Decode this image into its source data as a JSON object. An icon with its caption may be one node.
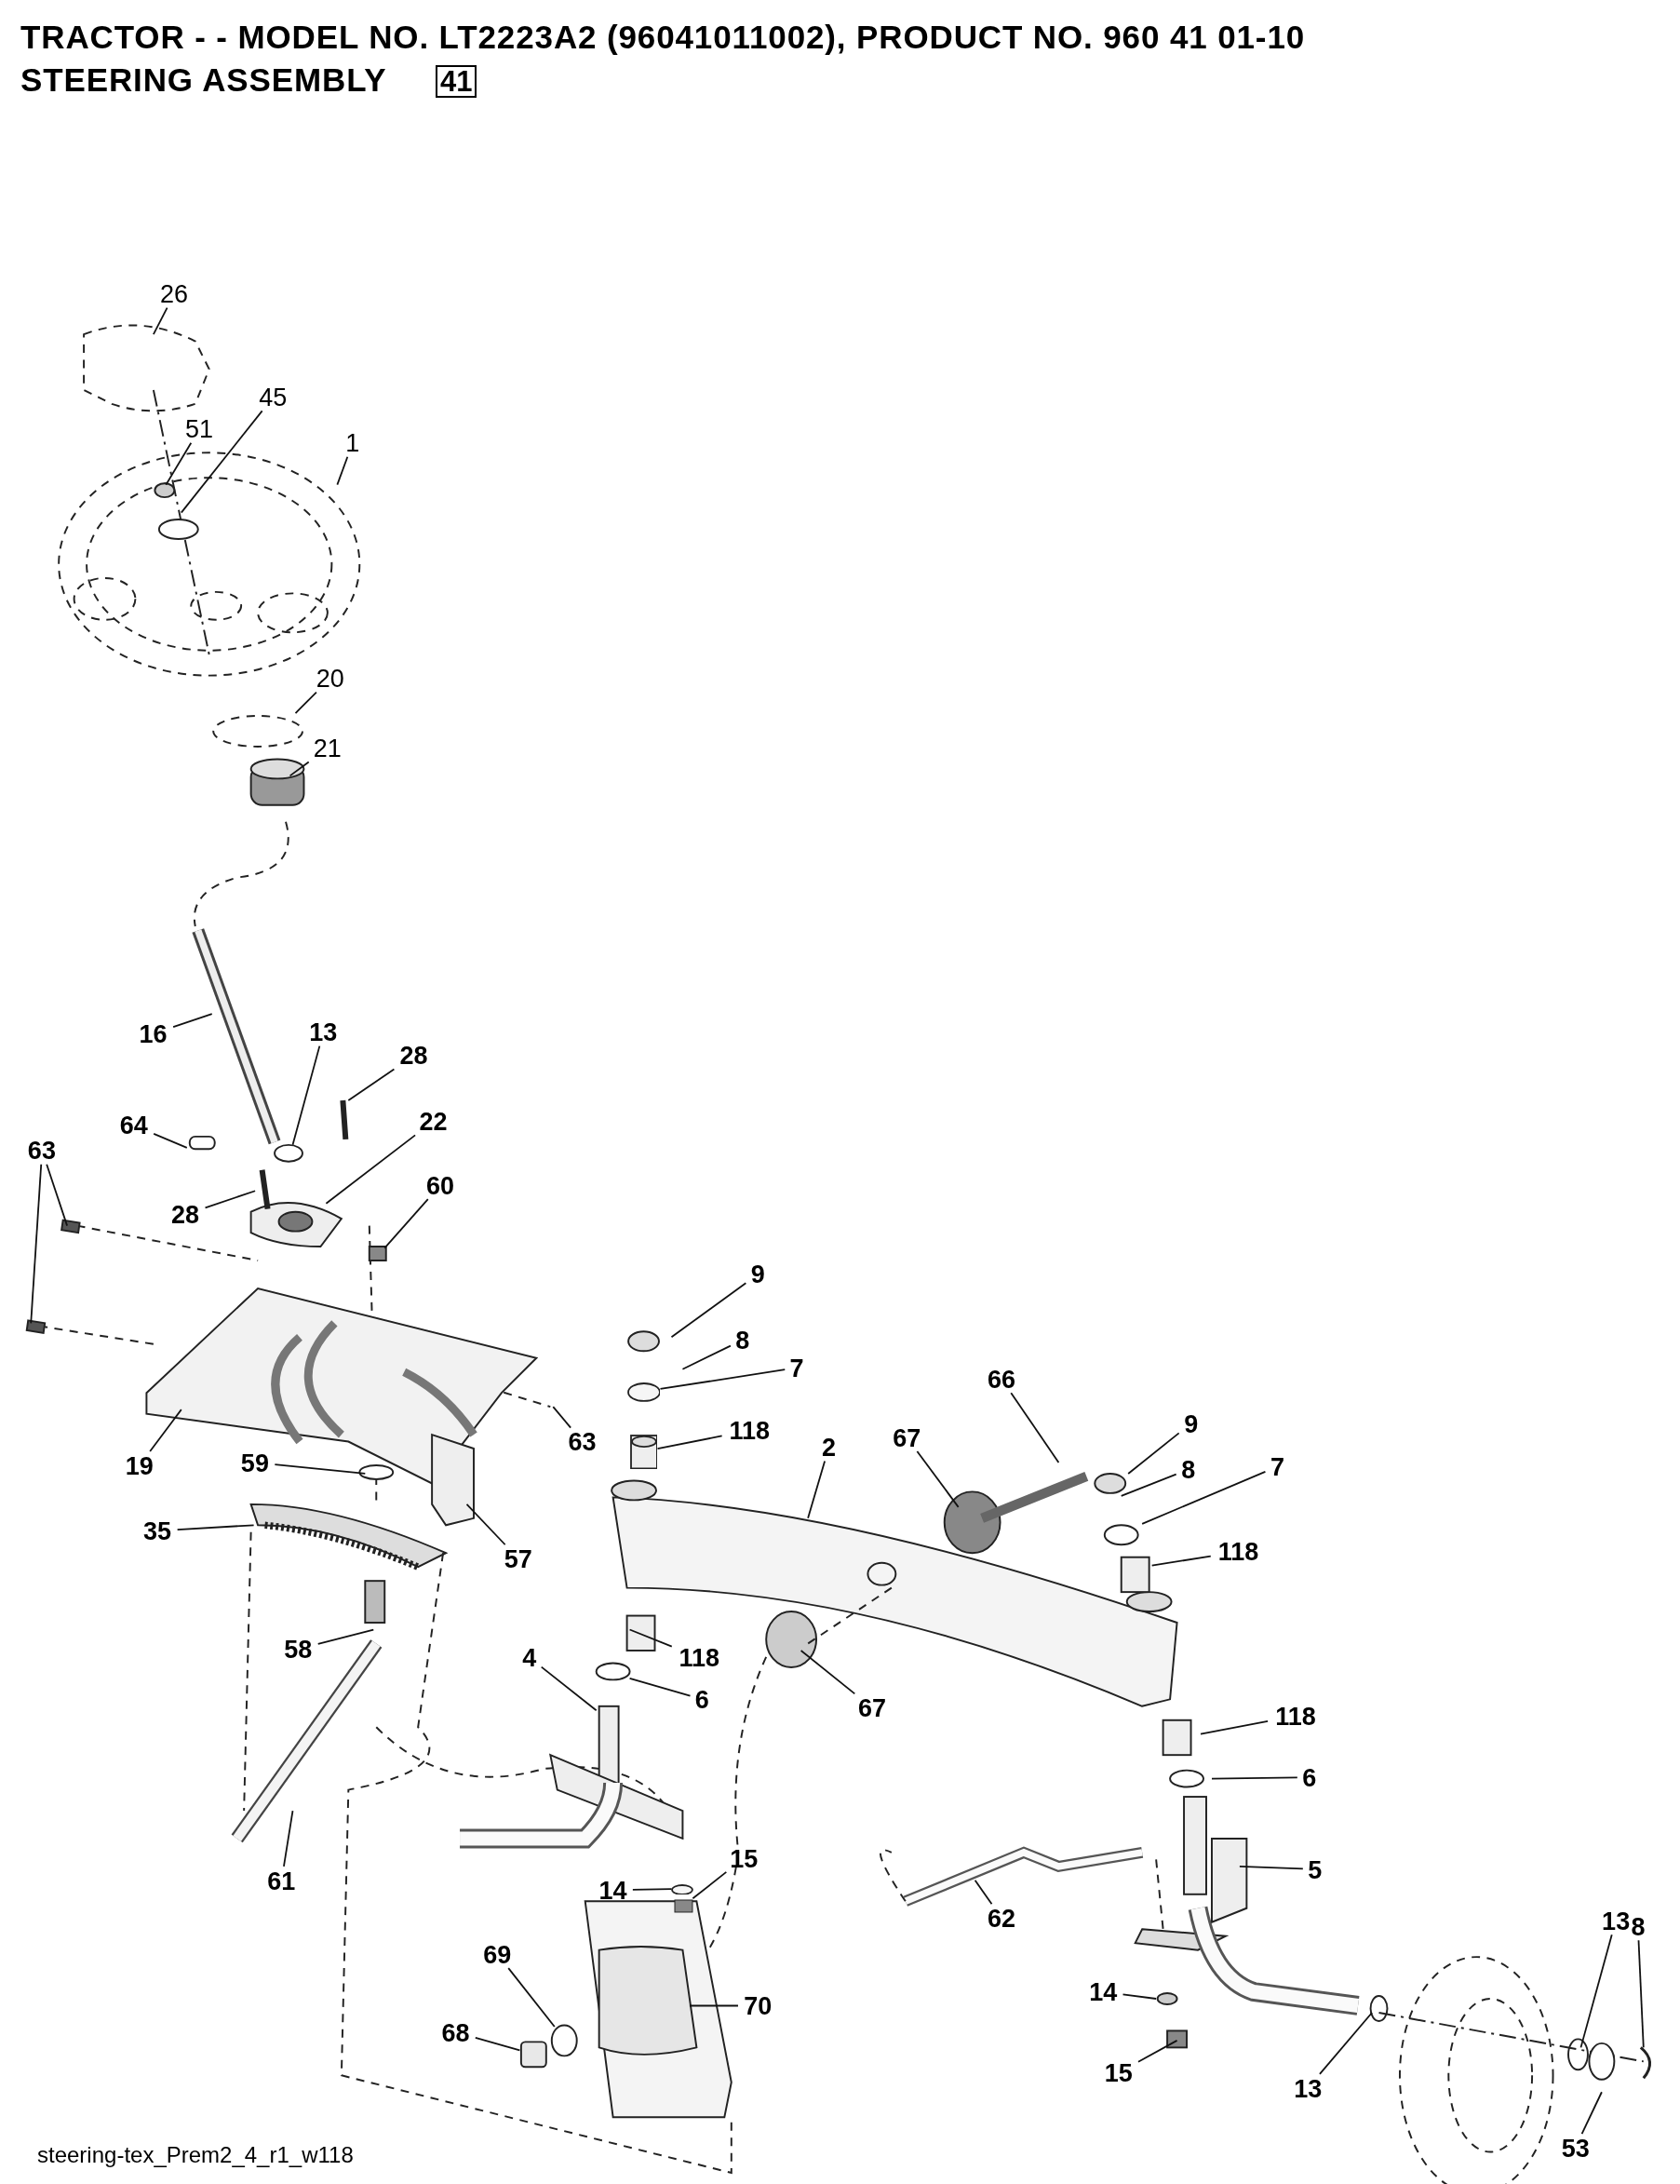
{
  "diagram": {
    "title": "TRACTOR - - MODEL NO. LT2223A2 (96041011002), PRODUCT NO. 960 41 01-10",
    "nodes": [
      {
        "text": [
          "26"
        ]
      },
      {
        "text": [
          "45"
        ]
      },
      {
        "text": [
          "51"
        ]
      },
      {
        "text": [
          "1"
        ]
      },
      {
        "text": [
          "20"
        ]
      },
      {
        "text": [
          "21"
        ]
      },
      {
        "text": [
          "16"
        ]
      },
      {
        "text": [
          "13"
        ]
      },
      {
        "text": [
          "28"
        ]
      },
      {
        "text": [
          "64"
        ]
      },
      {
        "text": [
          "22"
        ]
      },
      {
        "text": [
          "28"
        ]
      },
      {
        "text": [
          "60"
        ]
      },
      {
        "text": [
          "63"
        ]
      },
      {
        "text": [
          "19"
        ]
      },
      {
        "text": [
          "63"
        ]
      },
      {
        "text": [
          "59"
        ]
      },
      {
        "text": [
          "35"
        ]
      },
      {
        "text": [
          "57"
        ]
      },
      {
        "text": [
          "58"
        ]
      },
      {
        "text": [
          "9"
        ]
      },
      {
        "text": [
          "8"
        ]
      },
      {
        "text": [
          "7"
        ]
      },
      {
        "text": [
          "118"
        ]
      },
      {
        "text": [
          "2"
        ]
      },
      {
        "text": [
          "67"
        ]
      },
      {
        "text": [
          "66"
        ]
      },
      {
        "text": [
          "9"
        ]
      },
      {
        "text": [
          "8"
        ]
      },
      {
        "text": [
          "7"
        ]
      },
      {
        "text": [
          "118"
        ]
      },
      {
        "text": [
          "118"
        ]
      },
      {
        "text": [
          "6"
        ]
      },
      {
        "text": [
          "67"
        ]
      },
      {
        "text": [
          "4"
        ]
      },
      {
        "text": [
          "118"
        ]
      },
      {
        "text": [
          "6"
        ]
      },
      {
        "text": [
          "5"
        ]
      },
      {
        "text": [
          "61"
        ]
      },
      {
        "text": [
          "14"
        ]
      },
      {
        "text": [
          "15"
        ]
      },
      {
        "text": [
          "62"
        ]
      },
      {
        "text": [
          "69"
        ]
      },
      {
        "text": [
          "70"
        ]
      },
      {
        "text": [
          "68"
        ]
      },
      {
        "text": [
          "14"
        ]
      },
      {
        "text": [
          "15"
        ]
      },
      {
        "text": [
          "13"
        ]
      },
      {
        "text": [
          "13"
        ]
      },
      {
        "text": [
          "8"
        ]
      },
      {
        "text": [
          "53"
        ]
      },
      {
        "text": [],
        "shape": "circle"
      },
      {
        "text": [],
        "shape": "cylinder"
      },
      {
        "text": [],
        "shape": "circle"
      },
      {
        "text": [],
        "shape": "box"
      }
    ],
    "edges": [
      {
        "from": 0,
        "to": null,
        "arrow": "none"
      },
      {
        "from": 1,
        "to": null,
        "arrow": "none"
      },
      {
        "from": 2,
        "to": null,
        "arrow": "none"
      },
      {
        "from": 3,
        "to": null,
        "arrow": "none"
      },
      {
        "from": 4,
        "to": null,
        "arrow": "none"
      },
      {
        "from": 5,
        "to": null,
        "arrow": "none"
      },
      {
        "from": 6,
        "to": null,
        "arrow": "none"
      },
      {
        "from": 7,
        "to": null,
        "arrow": "none"
      },
      {
        "from": 8,
        "to": null,
        "arrow": "none"
      },
      {
        "from": 9,
        "to": null,
        "arrow": "none"
      },
      {
        "from": 10,
        "to": null,
        "arrow": "none"
      },
      {
        "from": 11,
        "to": null,
        "arrow": "none"
      },
      {
        "from": 12,
        "to": null,
        "arrow": "none"
      },
      {
        "from": 13,
        "to": null,
        "arrow": "none"
      },
      {
        "from": 13,
        "to": null,
        "arrow": "none"
      },
      {
        "from": 14,
        "to": null,
        "arrow": "none"
      },
      {
        "from": 15,
        "to": null,
        "arrow": "none"
      },
      {
        "from": 16,
        "to": null,
        "arrow": "none"
      },
      {
        "from": 17,
        "to": null,
        "arrow": "none"
      },
      {
        "from": 18,
        "to": null,
        "arrow": "none"
      },
      {
        "from": 19,
        "to": null,
        "arrow": "none"
      },
      {
        "from": 20,
        "to": null,
        "arrow": "none"
      },
      {
        "from": 21,
        "to": null,
        "arrow": "none"
      },
      {
        "from": 22,
        "to": 51,
        "arrow": "none"
      },
      {
        "from": 23,
        "to": 52,
        "arrow": "none"
      },
      {
        "from": 24,
        "to": null,
        "arrow": "none"
      },
      {
        "from": 25,
        "to": null,
        "arrow": "none"
      },
      {
        "from": 26,
        "to": null,
        "arrow": "none"
      },
      {
        "from": 27,
        "to": null,
        "arrow": "none"
      },
      {
        "from": 28,
        "to": null,
        "arrow": "none"
      },
      {
        "from": 29,
        "to": null,
        "arrow": "none"
      },
      {
        "from": 30,
        "to": null,
        "arrow": "none"
      },
      {
        "from": 31,
        "to": null,
        "arrow": "none"
      },
      {
        "from": 32,
        "to": null,
        "arrow": "none"
      },
      {
        "from": 33,
        "to": null,
        "arrow": "none"
      },
      {
        "from": 34,
        "to": null,
        "arrow": "none"
      },
      {
        "from": 35,
        "to": null,
        "arrow": "none"
      },
      {
        "from": 36,
        "to": null,
        "arrow": "none"
      },
      {
        "from": 37,
        "to": null,
        "arrow": "none"
      },
      {
        "from": 38,
        "to": null,
        "arrow": "none"
      },
      {
        "from": 39,
        "to": 53,
        "arrow": "none"
      },
      {
        "from": 40,
        "to": 54,
        "arrow": "none"
      },
      {
        "from": 41,
        "to": null,
        "arrow": "none"
      },
      {
        "from": 42,
        "to": null,
        "arrow": "none"
      },
      {
        "from": 43,
        "to": null,
        "arrow": "none"
      },
      {
        "from": 44,
        "to": null,
        "arrow": "none"
      },
      {
        "from": 45,
        "to": null,
        "arrow": "none"
      },
      {
        "from": 46,
        "to": null,
        "arrow": "none"
      },
      {
        "from": 47,
        "to": null,
        "arrow": "none"
      },
      {
        "from": 48,
        "to": null,
        "arrow": "none"
      },
      {
        "from": 49,
        "to": null,
        "arrow": "none"
      },
      {
        "from": 50,
        "to": null,
        "arrow": "none"
      }
    ],
    "labels": [
      "STEERING ASSEMBLY",
      "41",
      "steering-tex_Prem2_4_r1_w118"
    ]
  }
}
